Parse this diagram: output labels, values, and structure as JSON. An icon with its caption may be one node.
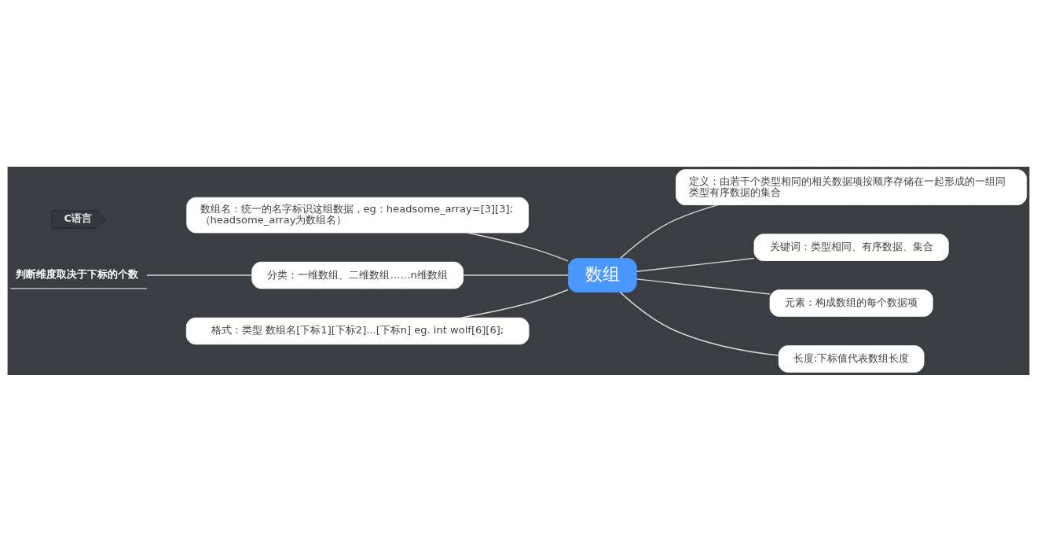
{
  "diagram": {
    "nodes": [
      {
        "text": [
          "C语言"
        ]
      },
      {
        "text": [
          "数组"
        ]
      },
      {
        "text": [
          "定义：由若干个类型相同的相关数据项按顺序存储在一起形成的一组同类型有序数据的集合"
        ]
      },
      {
        "text": [
          "关键词：类型相同、有序数据、集合"
        ]
      },
      {
        "text": [
          "元素：构成数组的每个数据项"
        ]
      },
      {
        "text": [
          "长度:下标值代表数组长度"
        ]
      },
      {
        "text": [
          "数组名：统一的名字标识这组数据，eg：headsome_array=[3][3];（headsome_array为数组名）"
        ]
      },
      {
        "text": [
          "分类：一维数组、二维数组……n维数组"
        ]
      },
      {
        "text": [
          "判断维度取决于下标的个数"
        ]
      },
      {
        "text": [
          "格式：类型 数组名[下标1][下标2]...[下标n] eg. int wolf[6][6];"
        ]
      }
    ],
    "edges": [
      {
        "from": 1,
        "to": 2,
        "arrow": "none"
      },
      {
        "from": 1,
        "to": 3,
        "arrow": "none"
      },
      {
        "from": 1,
        "to": 4,
        "arrow": "none"
      },
      {
        "from": 1,
        "to": 5,
        "arrow": "none"
      },
      {
        "from": 1,
        "to": 6,
        "arrow": "none"
      },
      {
        "from": 1,
        "to": 7,
        "arrow": "none"
      },
      {
        "from": 7,
        "to": 8,
        "arrow": "none"
      },
      {
        "from": 1,
        "to": 9,
        "arrow": "none"
      }
    ]
  }
}
